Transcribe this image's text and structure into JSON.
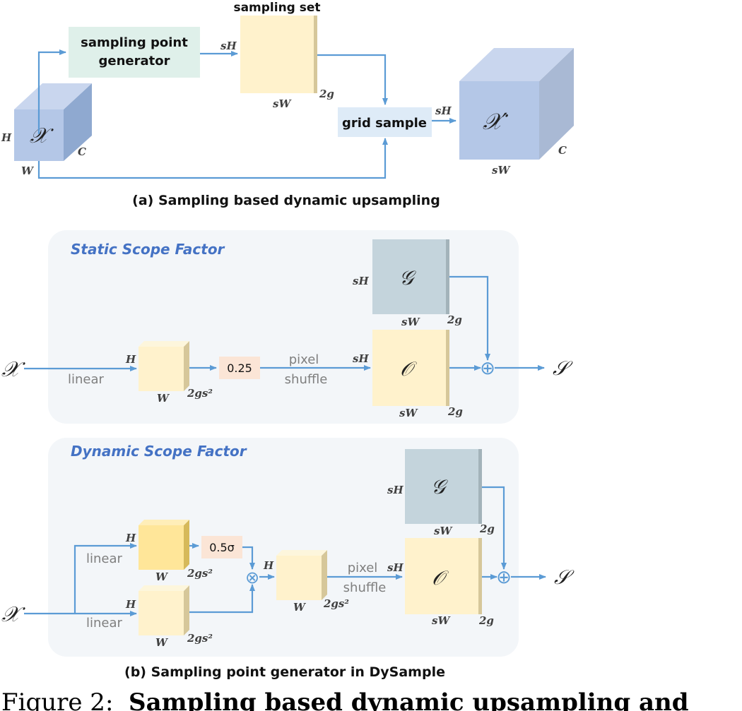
{
  "colors": {
    "arrow": "#5b9bd5",
    "cube_blue": "#b4c7e7",
    "cube_blue_side": "#8fa9d0",
    "generator_box": "#dff0ea",
    "grid_sample_box": "#deebf7",
    "feature_yellow": "#fff2cc",
    "feature_yellow_side": "#d6c79a",
    "feature_gold": "#ffe699",
    "offset_gray": "#c4d4dc",
    "factor_box": "#fbe5d6",
    "panel": "#f3f6f9",
    "scope_title": "#4472c4"
  },
  "panel_a": {
    "caption": "(a) Sampling based dynamic upsampling",
    "input": {
      "symbol": "𝒳",
      "h": "H",
      "w": "W",
      "c": "C"
    },
    "generator": {
      "line1": "sampling point",
      "line2": "generator"
    },
    "sampling_set": {
      "title": "sampling set",
      "h": "sH",
      "w": "sW",
      "c": "2g"
    },
    "grid_sample": "grid sample",
    "output": {
      "symbol": "𝒳′",
      "h": "sH",
      "w": "sW",
      "c": "C"
    }
  },
  "panel_b": {
    "caption": "(b) Sampling point generator in DySample",
    "static": {
      "title": "Static Scope Factor",
      "input": "𝒳",
      "linear": "linear",
      "feat": {
        "h": "H",
        "w": "W",
        "c": "2gs²"
      },
      "factor": "0.25",
      "pixel": "pixel",
      "shuffle": "shuffle",
      "offset": {
        "symbol": "𝒪",
        "h": "sH",
        "w": "sW",
        "c": "2g"
      },
      "grid": {
        "symbol": "𝒢",
        "h": "sH",
        "w": "sW",
        "c": "2g"
      },
      "plus": "⊕",
      "output": "𝒮"
    },
    "dynamic": {
      "title": "Dynamic Scope Factor",
      "input": "𝒳",
      "linear_top": "linear",
      "linear_bottom": "linear",
      "feat_top": {
        "h": "H",
        "w": "W",
        "c": "2gs²"
      },
      "feat_bottom": {
        "h": "H",
        "w": "W",
        "c": "2gs²"
      },
      "factor": "0.5σ",
      "times": "⊗",
      "feat_mid": {
        "h": "H",
        "w": "W",
        "c": "2gs²"
      },
      "pixel": "pixel",
      "shuffle": "shuffle",
      "offset": {
        "symbol": "𝒪",
        "h": "sH",
        "w": "sW",
        "c": "2g"
      },
      "grid": {
        "symbol": "𝒢",
        "h": "sH",
        "w": "sW",
        "c": "2g"
      },
      "plus": "⊕",
      "output": "𝒮"
    }
  },
  "figure_caption": {
    "number": "Figure 2",
    "text": "Sampling based dynamic upsampling and"
  }
}
